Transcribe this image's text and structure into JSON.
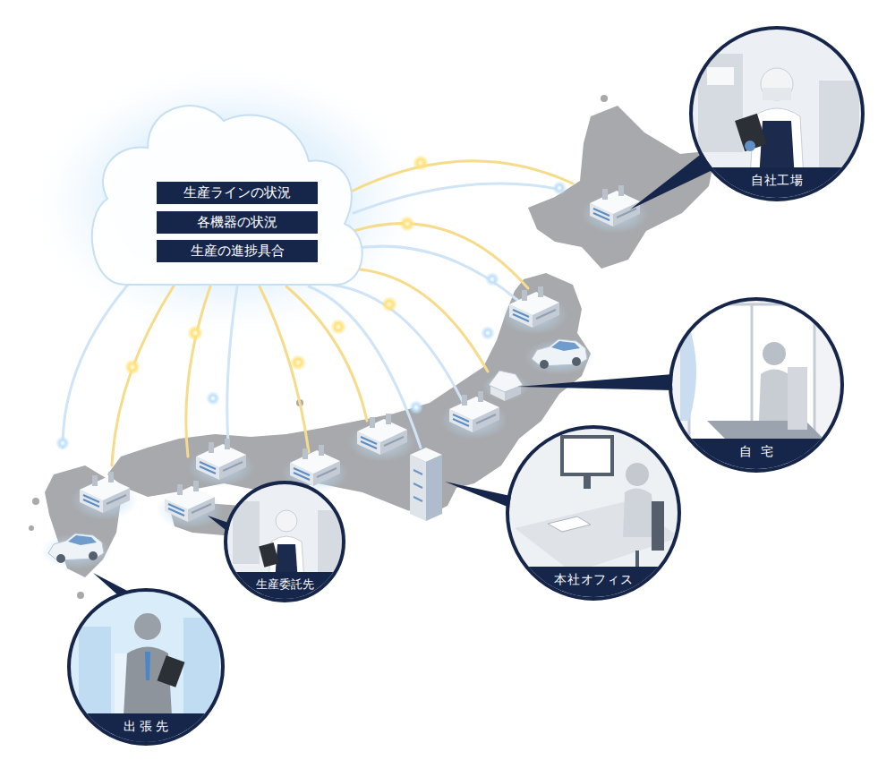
{
  "diagram": {
    "nodes": [
      {
        "text": [
          "生産ラインの状況"
        ]
      },
      {
        "text": [
          "各機器の状況"
        ]
      },
      {
        "text": [
          "生産の進捗具合"
        ]
      },
      {
        "text": [
          "自社工場"
        ]
      },
      {
        "text": [
          "自宅"
        ]
      },
      {
        "text": [
          "本社オフィス"
        ]
      },
      {
        "text": [
          "生産委託先"
        ]
      },
      {
        "text": [
          "出張先"
        ]
      }
    ]
  }
}
